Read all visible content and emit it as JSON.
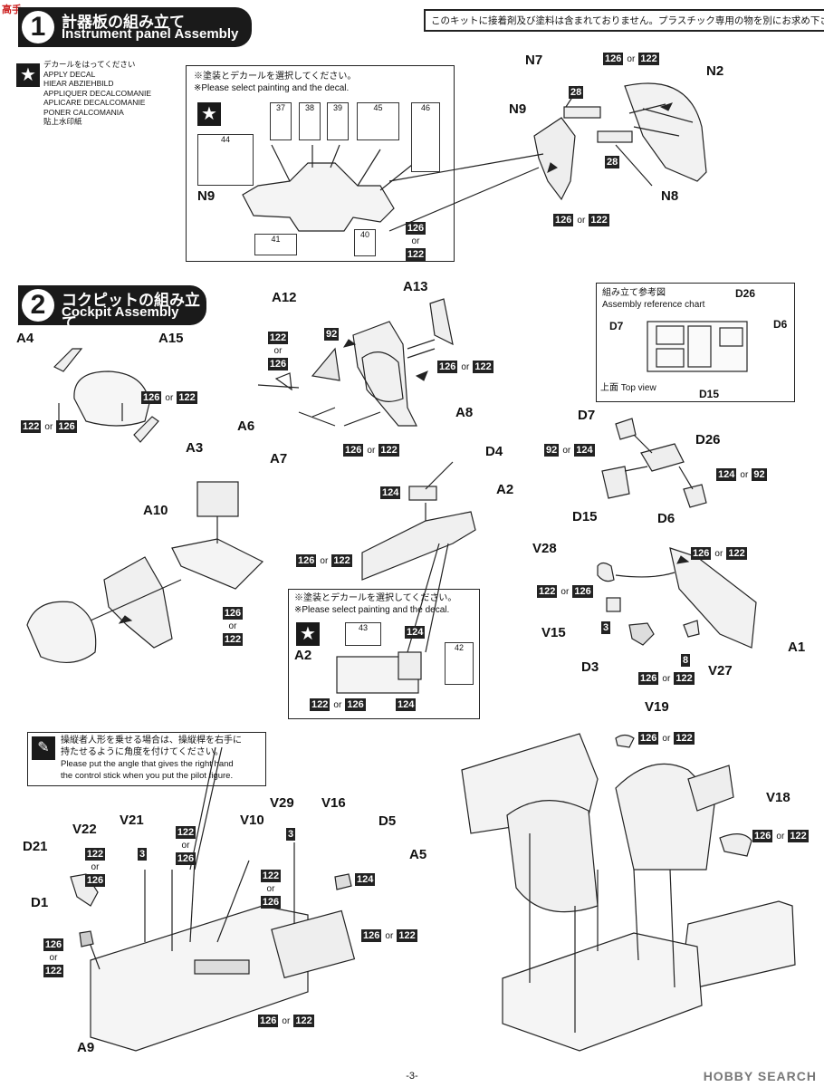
{
  "logo_text": "高手",
  "notice": "このキットに接着剤及び塗料は含まれておりません。プラスチック専用の物を別にお求め下さい。",
  "step1": {
    "number": "1",
    "title_jp": "計器板の組み立て",
    "title_en": "Instrument panel Assembly"
  },
  "step2": {
    "number": "2",
    "title_jp": "コクピットの組み立て",
    "title_en": "Cockpit Assembly"
  },
  "decal_legend": [
    "デカールをはってください",
    "APPLY DECAL",
    "HIEAR ABZIEHBILD",
    "APPLIQUER DECALCOMANIE",
    "APLICARE DECALCOMANIE",
    "PONER CALCOMANIA",
    "貼上水印紙"
  ],
  "select_note_jp": "※塗装とデカールを選択してください。",
  "select_note_en": "※Please select painting and the decal.",
  "decal_numbers_panel": [
    "37",
    "38",
    "39",
    "45",
    "46",
    "44",
    "41",
    "40"
  ],
  "decal_numbers_a2": [
    "43",
    "42"
  ],
  "or": "or",
  "colors": [
    "126",
    "122",
    "28",
    "92",
    "124",
    "3",
    "8"
  ],
  "parts": {
    "N7": "N7",
    "N2": "N2",
    "N9": "N9",
    "N8": "N8",
    "A4": "A4",
    "A15": "A15",
    "A3": "A3",
    "A12": "A12",
    "A13": "A13",
    "A6": "A6",
    "A7": "A7",
    "A8": "A8",
    "A10": "A10",
    "D4": "D4",
    "A2": "A2",
    "D7": "D7",
    "D26": "D26",
    "D6": "D6",
    "D15": "D15",
    "V28": "V28",
    "V15": "V15",
    "D3": "D3",
    "A1": "A1",
    "V27": "V27",
    "V19": "V19",
    "V18": "V18",
    "V29": "V29",
    "V16": "V16",
    "V10": "V10",
    "V21": "V21",
    "V22": "V22",
    "D21": "D21",
    "D1": "D1",
    "D5": "D5",
    "A5": "A5",
    "A9": "A9"
  },
  "ref_chart": {
    "title_jp": "組み立て参考図",
    "title_en": "Assembly reference chart",
    "top_view": "上面 Top view"
  },
  "pilot_note": [
    "操縦者人形を乗せる場合は、操縦桿を右手に",
    "持たせるように角度を付けてください。",
    "Please put the angle that gives the right hand",
    "the control stick when you put the pilot figure."
  ],
  "page_number": "-3-",
  "watermark": "HOBBY SEARCH"
}
